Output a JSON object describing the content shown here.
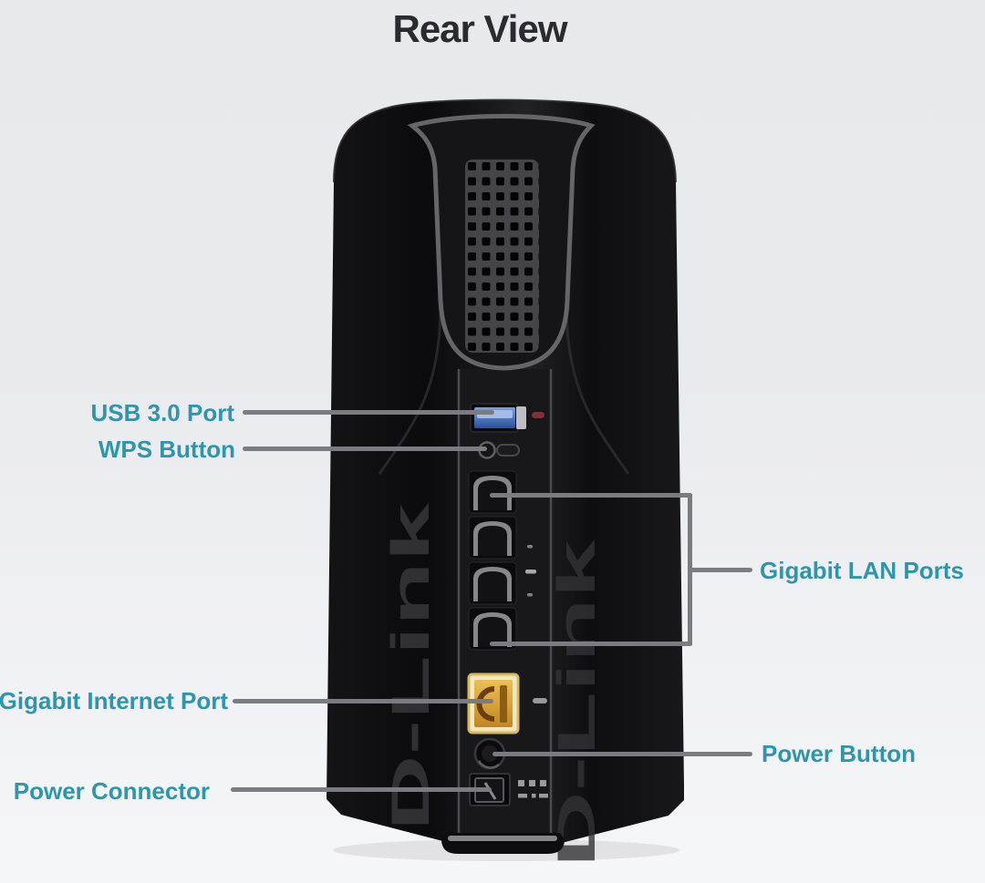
{
  "page": {
    "title": "Rear View"
  },
  "device": {
    "brand": "D-Link"
  },
  "labels": {
    "usb": "USB 3.0 Port",
    "wps": "WPS Button",
    "lan": "Gigabit LAN Ports",
    "internet": "Gigabit Internet Port",
    "power_button": "Power Button",
    "power_connector": "Power Connector"
  },
  "colors": {
    "label_text": "#2e96ac",
    "callout_line": "#7b7c81",
    "title_text": "#2b2a30",
    "background_top": "#e8e9ed",
    "background_bottom": "#f5f6f8",
    "device_body": "#101013",
    "usb_port_blue": "#3f6cc0",
    "usb_indicator_red": "#7e3336",
    "internet_port_yellow": "#e7b54a",
    "vent_panel": "#454549",
    "base_stripe": "#86868a"
  }
}
